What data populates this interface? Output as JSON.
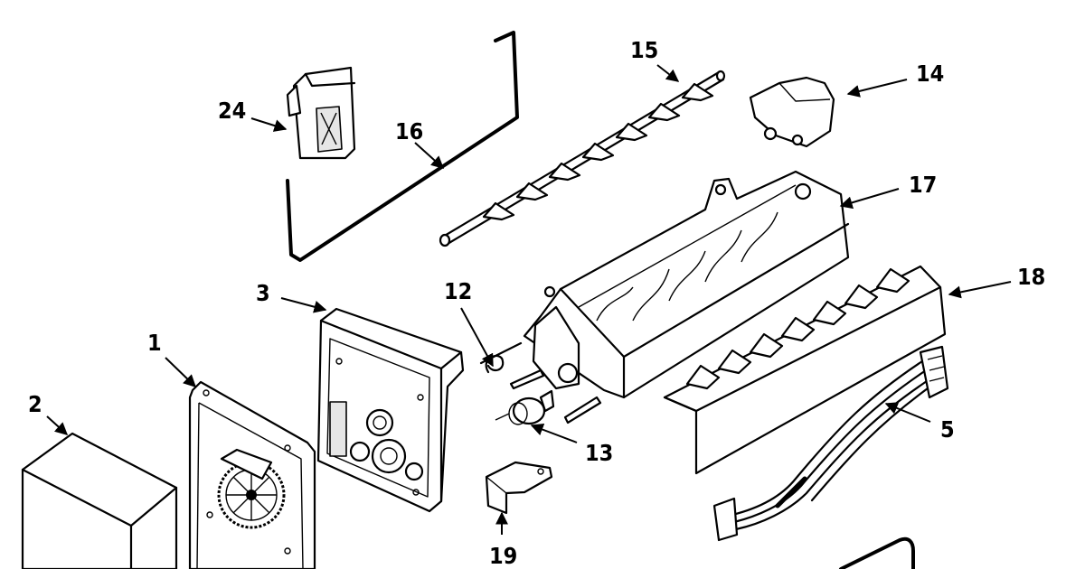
{
  "diagram": {
    "colors": {
      "line": "#000000",
      "background": "#ffffff",
      "shade": "#e6e6e6"
    },
    "callouts": [
      {
        "id": "1",
        "label": "1"
      },
      {
        "id": "2",
        "label": "2"
      },
      {
        "id": "3",
        "label": "3"
      },
      {
        "id": "5",
        "label": "5"
      },
      {
        "id": "12",
        "label": "12"
      },
      {
        "id": "13",
        "label": "13"
      },
      {
        "id": "14",
        "label": "14"
      },
      {
        "id": "15",
        "label": "15"
      },
      {
        "id": "16",
        "label": "16"
      },
      {
        "id": "17",
        "label": "17"
      },
      {
        "id": "18",
        "label": "18"
      },
      {
        "id": "19",
        "label": "19"
      },
      {
        "id": "24",
        "label": "24"
      }
    ]
  }
}
